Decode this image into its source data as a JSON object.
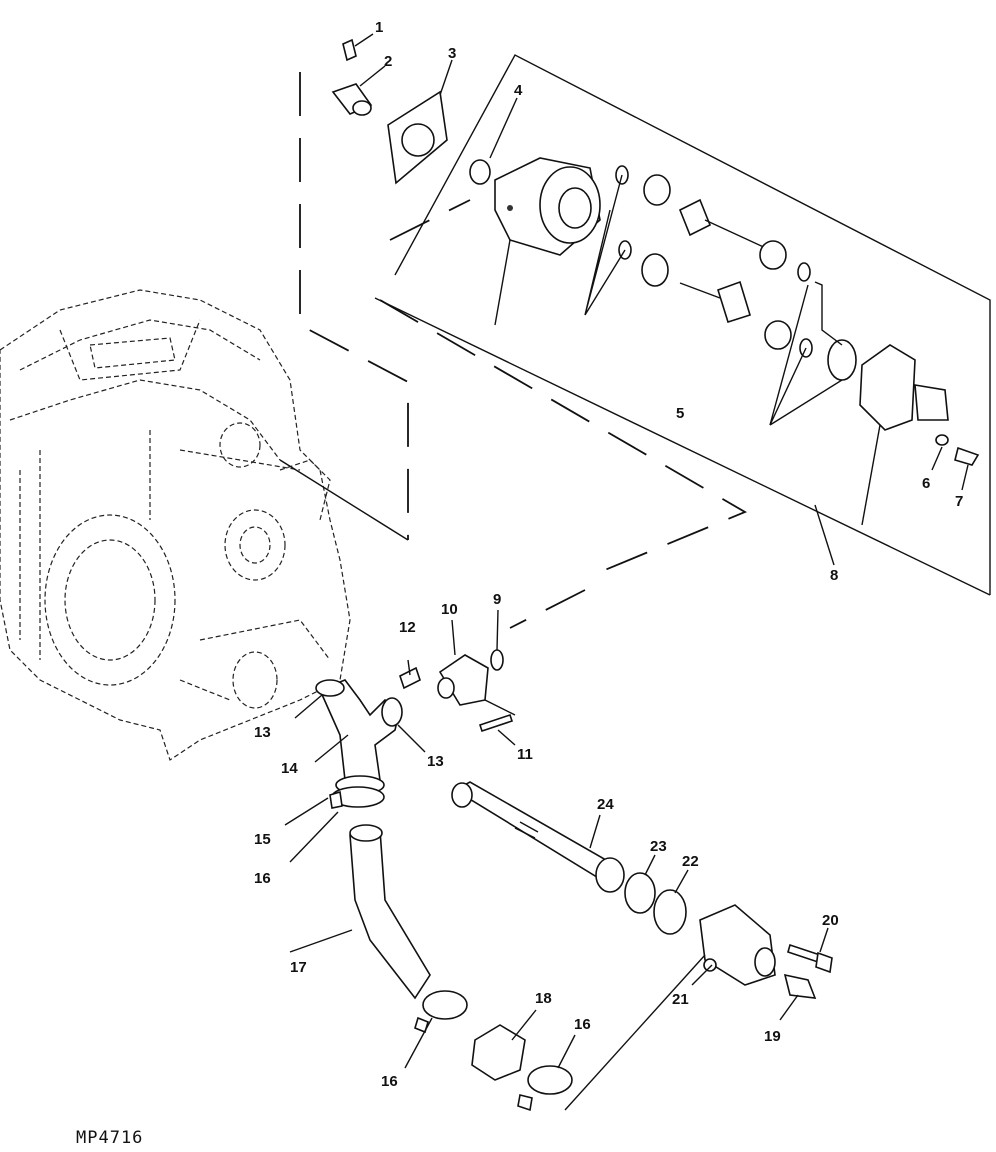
{
  "figure_code": "MP4716",
  "callouts": [
    {
      "id": "c1",
      "text": "1"
    },
    {
      "id": "c2",
      "text": "2"
    },
    {
      "id": "c3",
      "text": "3"
    },
    {
      "id": "c4",
      "text": "4"
    },
    {
      "id": "c5",
      "text": "5"
    },
    {
      "id": "c6",
      "text": "6"
    },
    {
      "id": "c7",
      "text": "7"
    },
    {
      "id": "c8",
      "text": "8"
    },
    {
      "id": "c9",
      "text": "9"
    },
    {
      "id": "c10",
      "text": "10"
    },
    {
      "id": "c11",
      "text": "11"
    },
    {
      "id": "c12",
      "text": "12"
    },
    {
      "id": "c13a",
      "text": "13"
    },
    {
      "id": "c13b",
      "text": "13"
    },
    {
      "id": "c14",
      "text": "14"
    },
    {
      "id": "c15",
      "text": "15"
    },
    {
      "id": "c16a",
      "text": "16"
    },
    {
      "id": "c16b",
      "text": "16"
    },
    {
      "id": "c16c",
      "text": "16"
    },
    {
      "id": "c17",
      "text": "17"
    },
    {
      "id": "c18",
      "text": "18"
    },
    {
      "id": "c19",
      "text": "19"
    },
    {
      "id": "c20",
      "text": "20"
    },
    {
      "id": "c21",
      "text": "21"
    },
    {
      "id": "c22",
      "text": "22"
    },
    {
      "id": "c23",
      "text": "23"
    },
    {
      "id": "c24",
      "text": "24"
    }
  ]
}
